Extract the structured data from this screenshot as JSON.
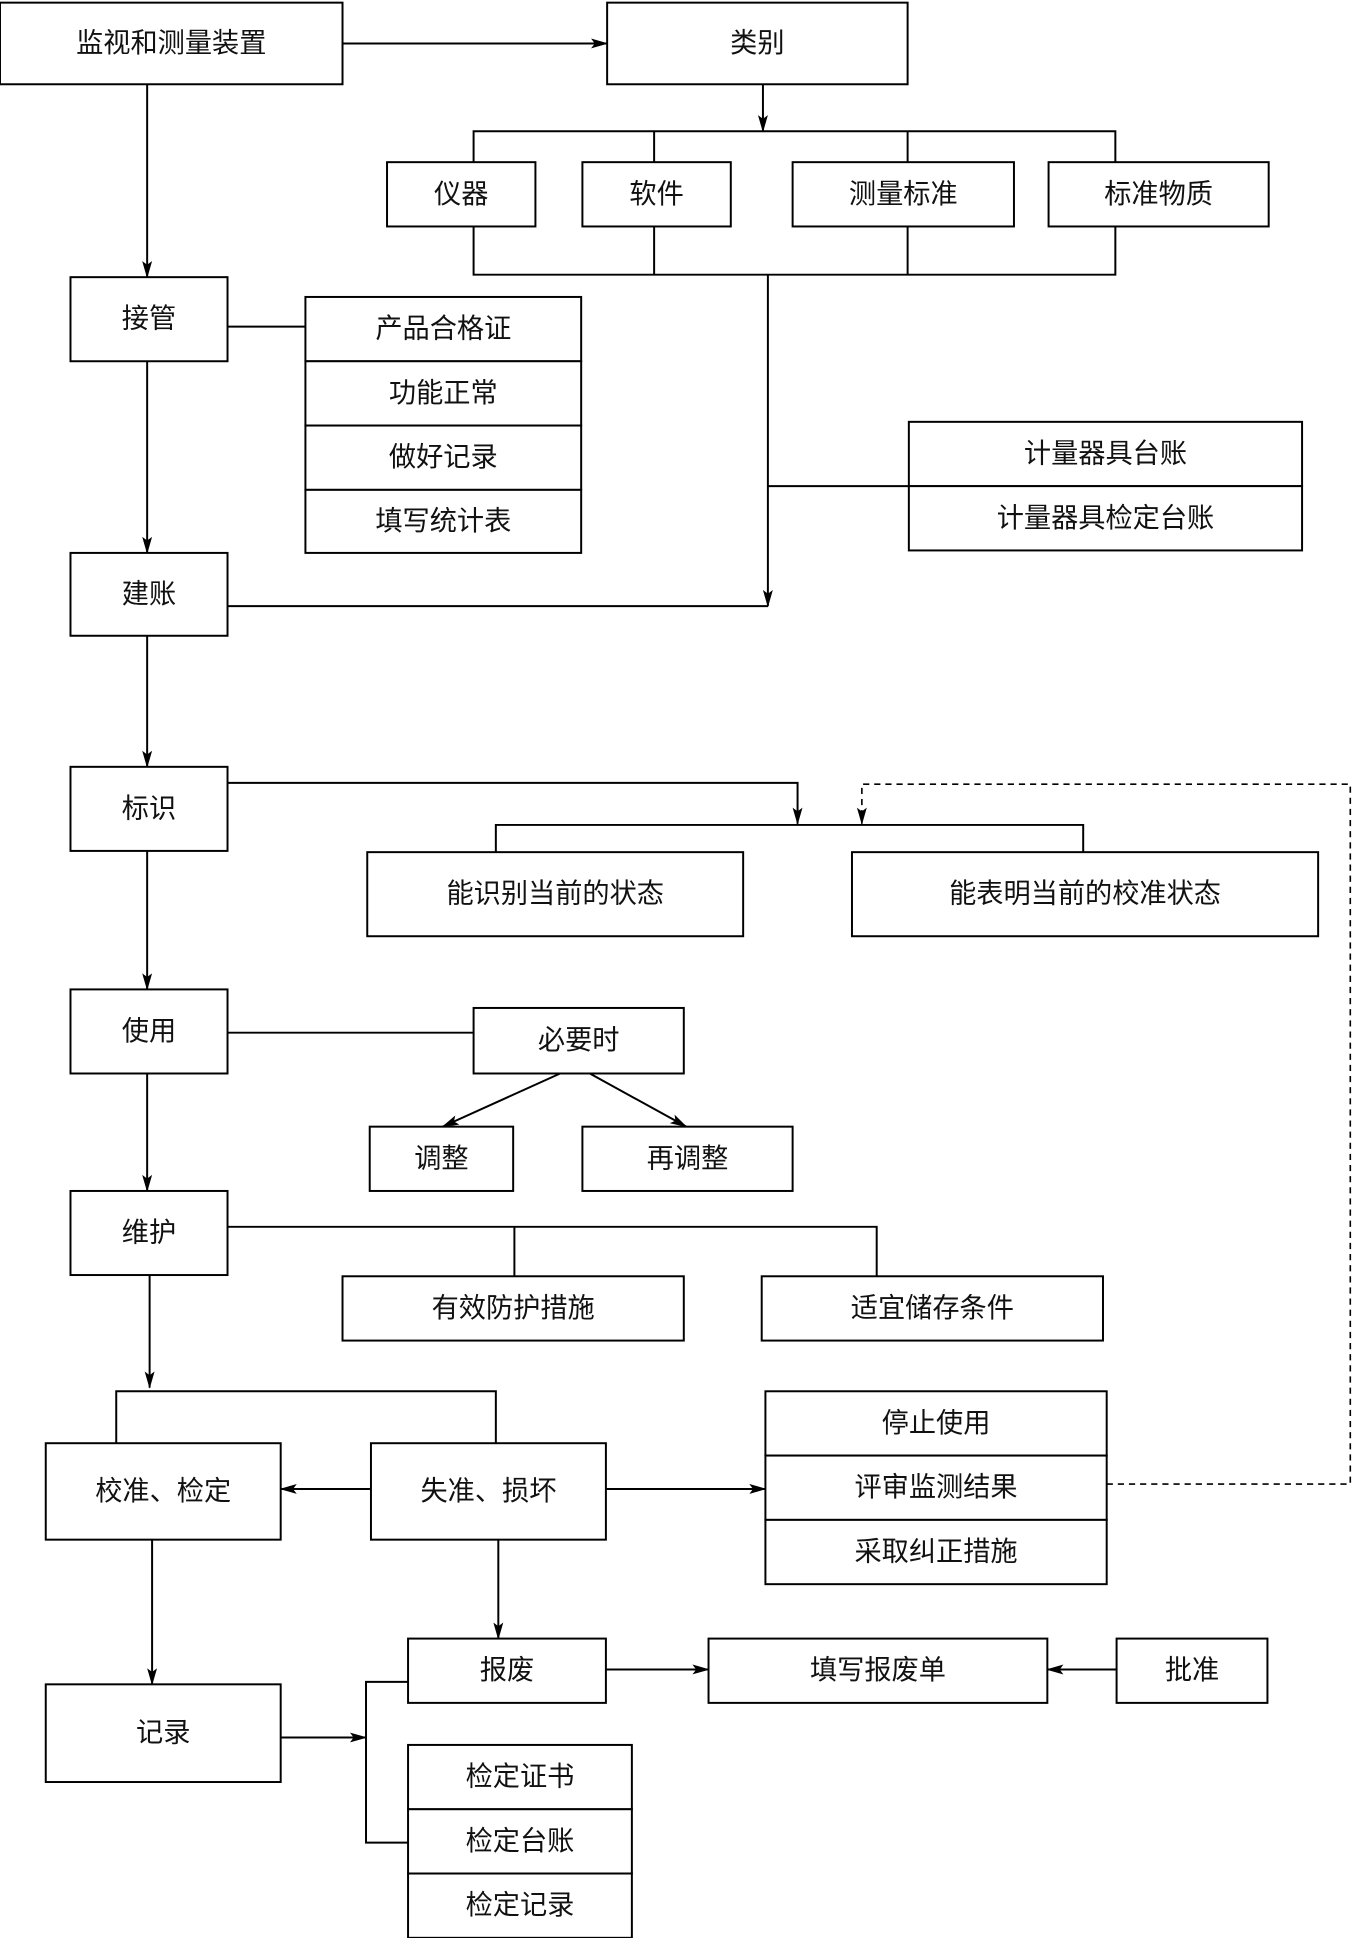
{
  "nodes": {
    "monitor": "监视和测量装置",
    "category": "类别",
    "instrument": "仪器",
    "software": "软件",
    "measure_standard": "测量标准",
    "reference_material": "标准物质",
    "takeover": "接管",
    "takeover_items": [
      "产品合格证",
      "功能正常",
      "做好记录",
      "填写统计表"
    ],
    "ledger_items": [
      "计量器具台账",
      "计量器具检定台账"
    ],
    "build_ledger": "建账",
    "identify": "标识",
    "identify_current": "能识别当前的状态",
    "identify_calibration": "能表明当前的校准状态",
    "use": "使用",
    "when_needed": "必要时",
    "adjust": "调整",
    "readjust": "再调整",
    "maintain": "维护",
    "protection": "有效防护措施",
    "storage": "适宜储存条件",
    "calibrate": "校准、检定",
    "damaged": "失准、损坏",
    "damage_actions": [
      "停止使用",
      "评审监测结果",
      "采取纠正措施"
    ],
    "record": "记录",
    "scrap": "报废",
    "scrap_form": "填写报废单",
    "approve": "批准",
    "record_items": [
      "检定证书",
      "检定台账",
      "检定记录"
    ]
  }
}
